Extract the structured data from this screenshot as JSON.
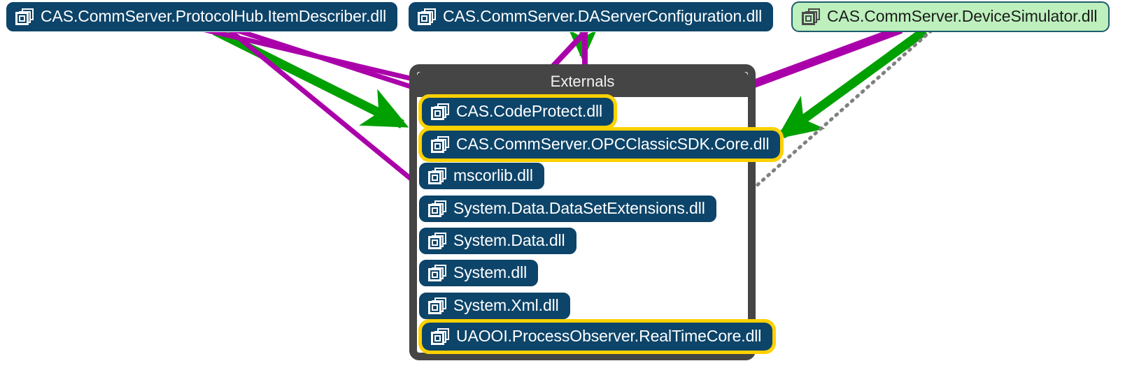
{
  "diagram": {
    "type": "assembly-dependency-graph",
    "background": "#ffffff",
    "colors": {
      "assembly_node_fill": "#0d4469",
      "assembly_node_text": "#ffffff",
      "external_root_fill": "#bdf0bd",
      "external_root_border": "#1f5c6e",
      "highlight_ring": "#ffd100",
      "cluster_border": "#454545",
      "cluster_fill": "#ffffff",
      "edge_purple": "#aa00aa",
      "edge_green": "#00a000",
      "edge_gray": "#808080"
    }
  },
  "roots": [
    {
      "id": "protocolhub",
      "label": "CAS.CommServer.ProtocolHub.ItemDescriber.dll",
      "style": "blue",
      "icon": "assembly-icon"
    },
    {
      "id": "daserverconfig",
      "label": "CAS.CommServer.DAServerConfiguration.dll",
      "style": "blue",
      "icon": "assembly-icon"
    },
    {
      "id": "devicesimulator",
      "label": "CAS.CommServer.DeviceSimulator.dll",
      "style": "green",
      "icon": "assembly-icon"
    }
  ],
  "cluster": {
    "title": "Externals",
    "items": [
      {
        "id": "codeprotect",
        "label": "CAS.CodeProtect.dll",
        "highlighted": true,
        "icon": "assembly-icon"
      },
      {
        "id": "opcclassicsdk",
        "label": "CAS.CommServer.OPCClassicSDK.Core.dll",
        "highlighted": true,
        "icon": "assembly-icon"
      },
      {
        "id": "mscorlib",
        "label": "mscorlib.dll",
        "highlighted": false,
        "icon": "assembly-icon"
      },
      {
        "id": "sysdatadse",
        "label": "System.Data.DataSetExtensions.dll",
        "highlighted": false,
        "icon": "assembly-icon"
      },
      {
        "id": "sysdata",
        "label": "System.Data.dll",
        "highlighted": false,
        "icon": "assembly-icon"
      },
      {
        "id": "system",
        "label": "System.dll",
        "highlighted": false,
        "icon": "assembly-icon"
      },
      {
        "id": "sysxml",
        "label": "System.Xml.dll",
        "highlighted": false,
        "icon": "assembly-icon"
      },
      {
        "id": "uaooi",
        "label": "UAOOI.ProcessObserver.RealTimeCore.dll",
        "highlighted": true,
        "icon": "assembly-icon"
      }
    ]
  },
  "edges": [
    {
      "id": "e1",
      "from": "protocolhub",
      "to": "codeprotect",
      "color": "#aa00aa",
      "style": "solid"
    },
    {
      "id": "e2",
      "from": "protocolhub",
      "to": "opcclassicsdk",
      "color": "#aa00aa",
      "style": "solid"
    },
    {
      "id": "e3",
      "from": "protocolhub",
      "to": "uaooi",
      "color": "#aa00aa",
      "style": "solid"
    },
    {
      "id": "e4",
      "from": "protocolhub",
      "to": "opcclassicsdk",
      "color": "#00a000",
      "style": "solid"
    },
    {
      "id": "e5",
      "from": "daserverconfig",
      "to": "codeprotect",
      "color": "#aa00aa",
      "style": "solid"
    },
    {
      "id": "e6",
      "from": "daserverconfig",
      "to": "opcclassicsdk",
      "color": "#aa00aa",
      "style": "solid"
    },
    {
      "id": "e7",
      "from": "daserverconfig",
      "to": "codeprotect",
      "color": "#00a000",
      "style": "solid"
    },
    {
      "id": "e8",
      "from": "devicesimulator",
      "to": "opcclassicsdk",
      "color": "#aa00aa",
      "style": "solid"
    },
    {
      "id": "e9",
      "from": "devicesimulator",
      "to": "opcclassicsdk",
      "color": "#00a000",
      "style": "solid"
    },
    {
      "id": "e10",
      "from": "devicesimulator",
      "to": "uaooi",
      "color": "#808080",
      "style": "dotted"
    },
    {
      "id": "e11",
      "from": "opcclassicsdk",
      "to": "uaooi",
      "color": "#808080",
      "style": "dashed"
    }
  ]
}
